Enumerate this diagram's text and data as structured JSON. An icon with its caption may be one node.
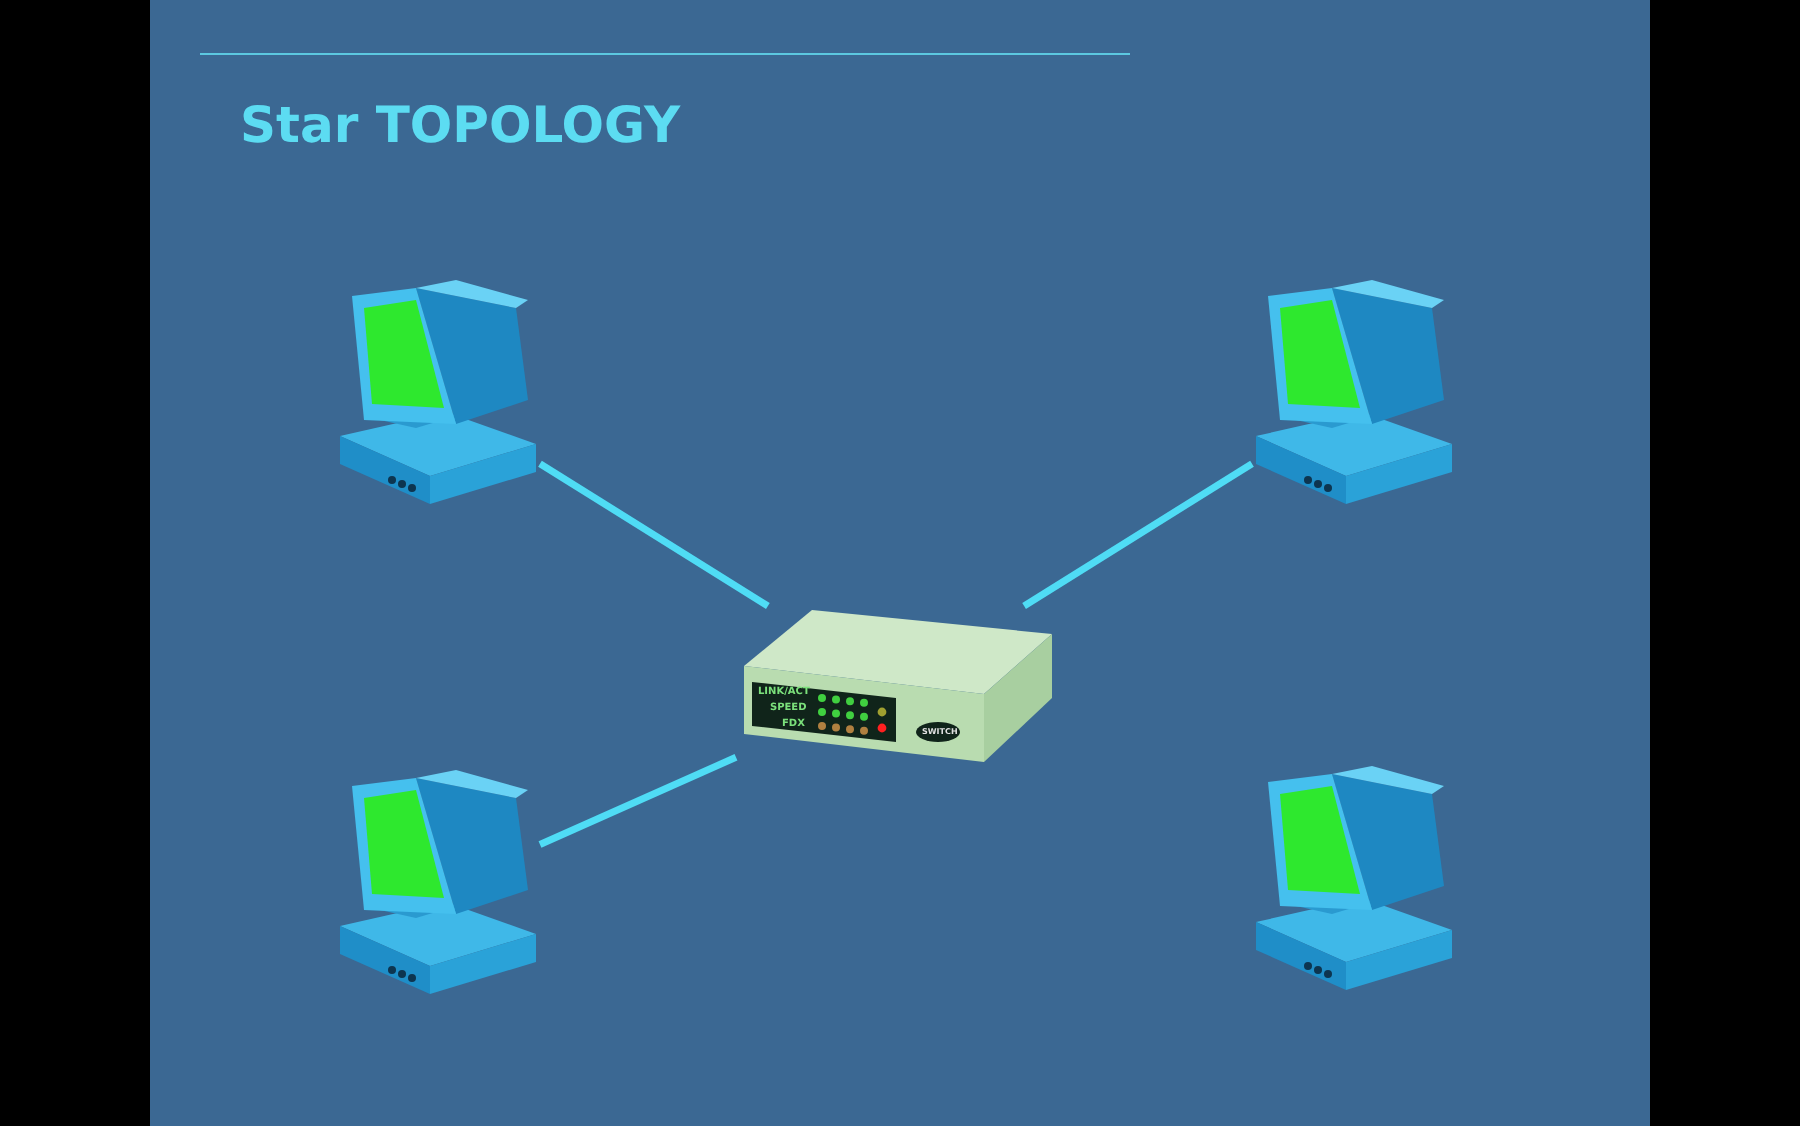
{
  "diagram": {
    "title": "**Star** TOPOLOGY",
    "nodes": [
      {
        "text": [],
        "shape": "picture"
      },
      {
        "text": [],
        "shape": "picture"
      },
      {
        "text": [
          "LINK/ACT",
          "SPEED",
          "FDX",
          "SWITCH"
        ]
      },
      {
        "text": [],
        "shape": "picture"
      },
      {
        "text": [],
        "shape": "picture"
      }
    ],
    "edges": [
      {
        "from": 0,
        "to": 2,
        "arrow": "none"
      },
      {
        "from": 1,
        "to": 2,
        "arrow": "none"
      },
      {
        "from": 3,
        "to": 2,
        "arrow": "none"
      }
    ]
  }
}
